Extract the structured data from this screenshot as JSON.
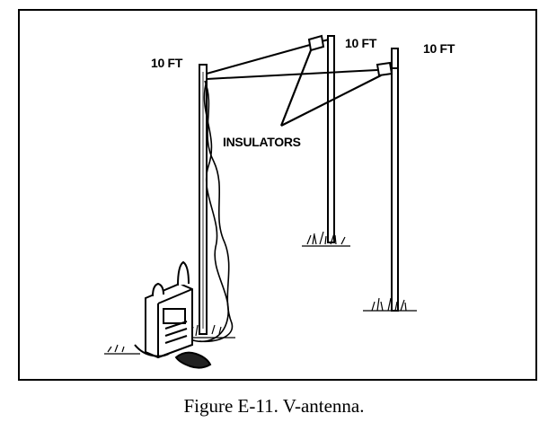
{
  "labels": {
    "pole_left_height": "10 FT",
    "pole_middle_height": "10 FT",
    "pole_right_height": "10 FT",
    "insulators": "INSULATORS"
  },
  "caption": "Figure E-11. V-antenna."
}
